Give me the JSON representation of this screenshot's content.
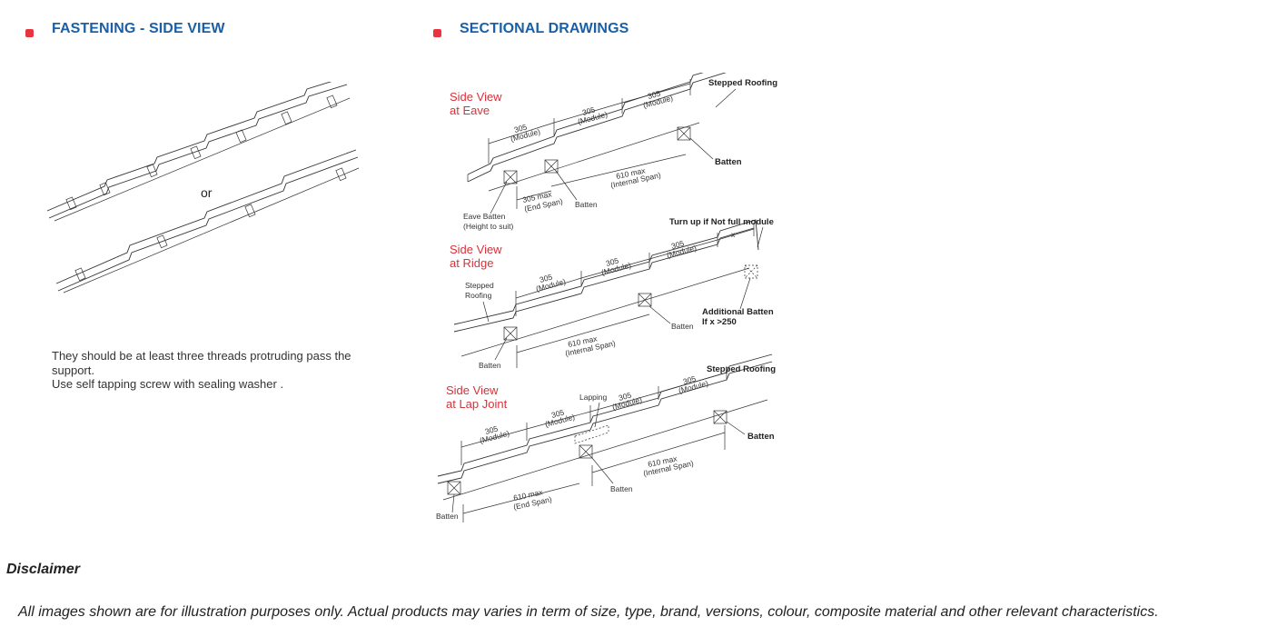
{
  "fastening": {
    "title": "FASTENING - SIDE VIEW",
    "or_label": "or",
    "note_lines": [
      "They should be at least three threads protruding pass the",
      "support.",
      "Use self tapping screw with sealing washer ."
    ]
  },
  "sectional": {
    "title": "SECTIONAL DRAWINGS",
    "eave": {
      "title_lines": [
        "Side View",
        "at Eave"
      ],
      "module_value": "305",
      "module_label": "(Module)",
      "stepped_roofing": "Stepped Roofing",
      "batten": "Batten",
      "internal_span_value": "610 max",
      "internal_span_label": "(Internal Span)",
      "end_span_value": "305 max",
      "end_span_label": "(End Span)",
      "eave_batten_lines": [
        "Eave Batten",
        "(Height to suit)"
      ],
      "batten_small": "Batten"
    },
    "ridge": {
      "title_lines": [
        "Side View",
        "at Ridge"
      ],
      "module_value": "305",
      "module_label": "(Module)",
      "turn_up": "Turn up if Not full module",
      "x_label": "x",
      "stepped_roofing_lines": [
        "Stepped",
        "Roofing"
      ],
      "additional_batten_lines": [
        "Additional Batten",
        "If x >250"
      ],
      "batten": "Batten",
      "internal_span_value": "610 max",
      "internal_span_label": "(Internal Span)"
    },
    "lap": {
      "title_lines": [
        "Side View",
        "at Lap Joint"
      ],
      "module_value": "305",
      "module_label": "(Module)",
      "lapping": "Lapping",
      "stepped_roofing": "Stepped Roofing",
      "batten": "Batten",
      "internal_span_value": "610 max",
      "internal_span_label": "(Internal Span)",
      "end_span_value": "610 max",
      "end_span_label": "(End Span)"
    }
  },
  "disclaimer": {
    "title": "Disclaimer",
    "text": "All images shown are for illustration purposes only. Actual products may varies in term of size, type, brand, versions, colour, composite material and other relevant characteristics."
  },
  "colors": {
    "accent_blue": "#1b5fa6",
    "bullet_red": "#e8343e",
    "label_red": "#d7323a"
  }
}
